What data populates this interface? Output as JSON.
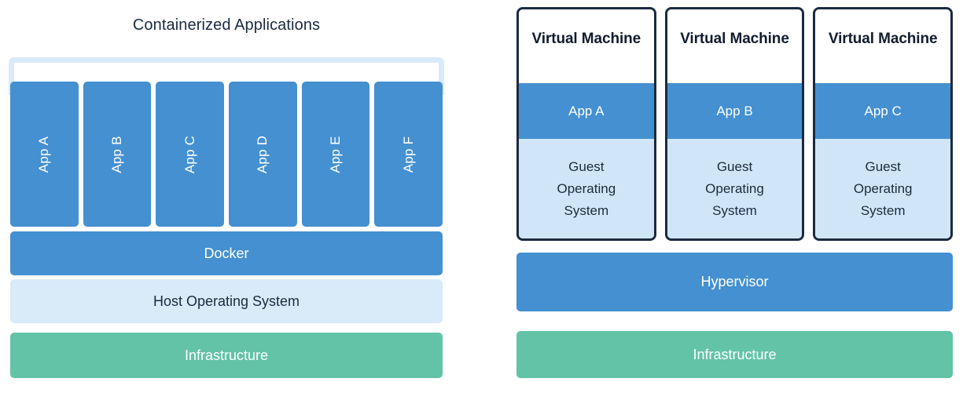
{
  "left": {
    "title": "Containerized Applications",
    "bracket_name": "containers-bracket",
    "apps": [
      {
        "label": "App A"
      },
      {
        "label": "App B"
      },
      {
        "label": "App C"
      },
      {
        "label": "App D"
      },
      {
        "label": "App E"
      },
      {
        "label": "App F"
      }
    ],
    "layers": [
      {
        "label": "Docker"
      },
      {
        "label": "Host Operating System"
      },
      {
        "label": "Infrastructure"
      }
    ]
  },
  "right": {
    "vms": [
      {
        "title": "Virtual Machine",
        "app": "App A",
        "guest_os": "Guest\nOperating\nSystem"
      },
      {
        "title": "Virtual Machine",
        "app": "App B",
        "guest_os": "Guest\nOperating\nSystem"
      },
      {
        "title": "Virtual Machine",
        "app": "App C",
        "guest_os": "Guest\nOperating\nSystem"
      }
    ],
    "layers": [
      {
        "label": "Hypervisor"
      },
      {
        "label": "Infrastructure"
      }
    ]
  },
  "colors": {
    "blue": "#4490d0",
    "light_blue": "#d9eaf9",
    "guest_blue": "#d0e6f8",
    "green": "#62c3a7",
    "navy": "#1b2a41",
    "white": "#ffffff"
  }
}
